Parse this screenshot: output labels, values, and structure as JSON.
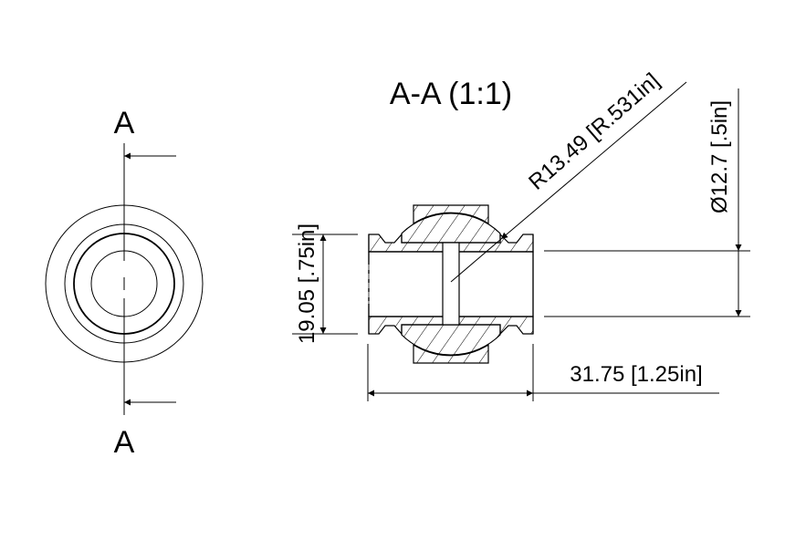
{
  "end_view": {
    "section_label_top": "A",
    "section_label_bottom": "A"
  },
  "section_view": {
    "title": "A-A (1:1)"
  },
  "dimensions": {
    "radius": "R13.49 [R.531in]",
    "bore_diameter": "Ø12.7 [.5in]",
    "height": "19.05 [.75in]",
    "length": "31.75 [1.25in]"
  },
  "colors": {
    "line": "#000000",
    "background": "#ffffff"
  }
}
